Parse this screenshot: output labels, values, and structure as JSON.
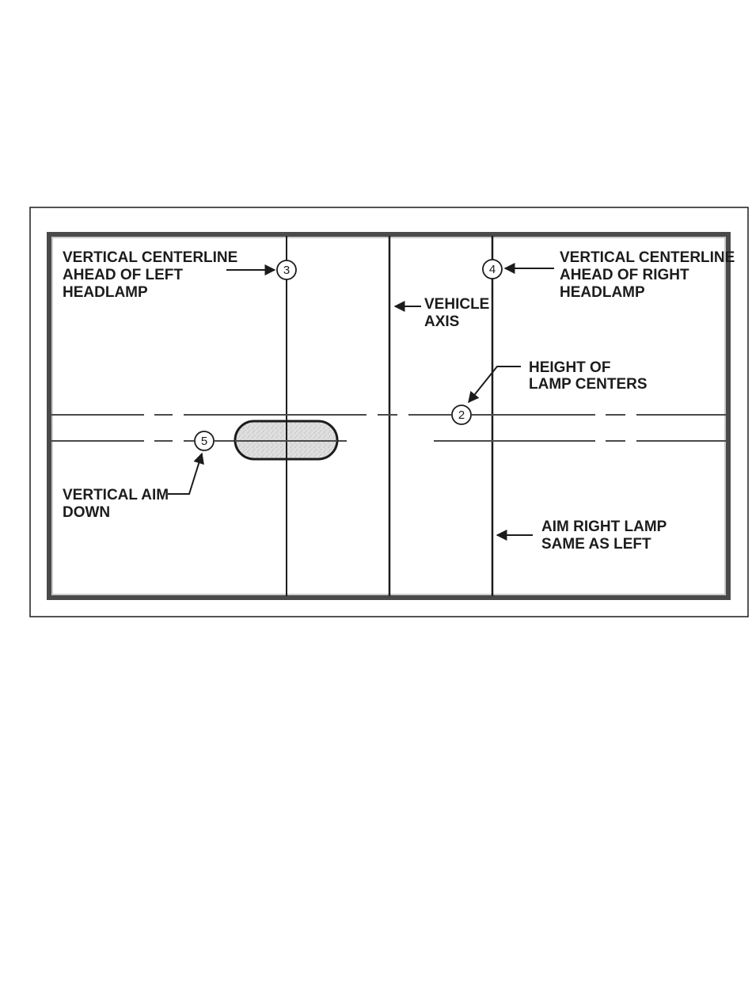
{
  "labels": {
    "left_centerline": [
      "VERTICAL CENTERLINE",
      "AHEAD OF LEFT",
      "HEADLAMP"
    ],
    "right_centerline": [
      "VERTICAL CENTERLINE",
      "AHEAD OF RIGHT",
      "HEADLAMP"
    ],
    "vehicle_axis": [
      "VEHICLE",
      "AXIS"
    ],
    "lamp_height": [
      "HEIGHT OF",
      "LAMP CENTERS"
    ],
    "vertical_aim": [
      "VERTICAL AIM",
      "DOWN"
    ],
    "aim_right": [
      "AIM RIGHT LAMP",
      "SAME AS LEFT"
    ]
  },
  "callouts": {
    "lamp_height": "2",
    "left_centerline": "3",
    "right_centerline": "4",
    "vertical_aim": "5"
  },
  "colors": {
    "line": "#1c1c1c",
    "screen_border": "#3a3a3a",
    "beam_fill": "#dcdcdc"
  }
}
